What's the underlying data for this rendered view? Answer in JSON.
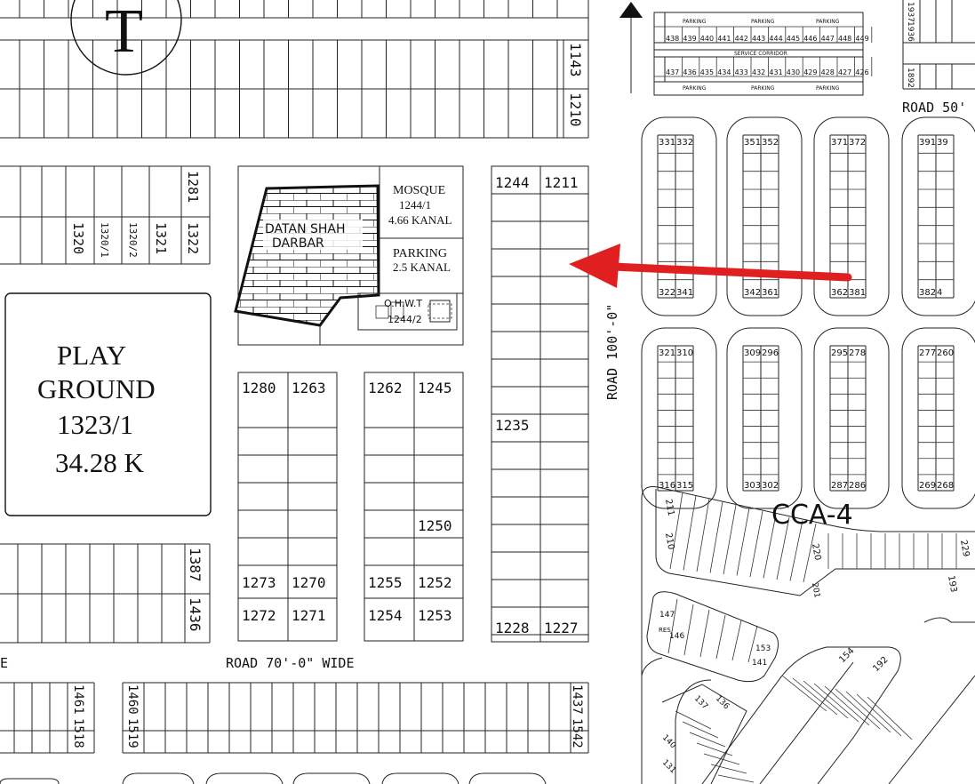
{
  "map": {
    "colors": {
      "line": "#222222",
      "arrow": "#e02020",
      "background": "#ffffff"
    },
    "compass": {
      "letter": "T"
    },
    "top_strip": {
      "label_a": "1143",
      "label_b": "1210"
    },
    "left_block": {
      "labels": [
        "1320",
        "1320/1",
        "1320/2",
        "1321",
        "1322",
        "1281"
      ]
    },
    "mosque_block": {
      "shrine_line1": "DATAN SHAH",
      "shrine_line2": "DARBAR",
      "mosque_title": "MOSQUE",
      "mosque_plot": "1244/1",
      "mosque_area": "4.66 KANAL",
      "parking_title": "PARKING",
      "parking_area": "2.5 KANAL",
      "ohwt_title": "O.H.W.T",
      "ohwt_plot": "1244/2"
    },
    "play_ground": {
      "line1": "PLAY",
      "line2": "GROUND",
      "line3": "1323/1",
      "line4": "34.28 K"
    },
    "right_column": {
      "top_left": "1244",
      "top_right": "1211",
      "mid": "1235",
      "bottom_left": "1228",
      "bottom_right": "1227"
    },
    "mid_block_a": {
      "top_left": "1280",
      "top_right": "1263",
      "mid_left": "1273",
      "mid_right": "1270",
      "bottom_left": "1272",
      "bottom_right": "1271"
    },
    "mid_block_b": {
      "top_left": "1262",
      "top_right": "1245",
      "mid": "1250",
      "mid_left": "1255",
      "mid_right": "1252",
      "bottom_left": "1254",
      "bottom_right": "1253"
    },
    "lower_left_strip": {
      "label_a": "1387",
      "label_b": "1436"
    },
    "bottom_labels": {
      "a": "1461",
      "b": "1518",
      "c": "1460",
      "d": "1519",
      "e": "1437",
      "f": "1542"
    },
    "road_70": "ROAD 70'-0\" WIDE",
    "road_100": "ROAD 100'-0\"",
    "road_50": "ROAD 50'",
    "edge_e": "E",
    "right_top_strip": {
      "a": "1937",
      "b": "1936",
      "c": "1892"
    },
    "commercial": {
      "parking": "PARKING",
      "service_corridor": "SERVICE CORRIDOR",
      "top_row": [
        "438",
        "439",
        "440",
        "441",
        "442",
        "443",
        "444",
        "445",
        "446",
        "447",
        "448",
        "449"
      ],
      "bottom_row": [
        "437",
        "436",
        "435",
        "434",
        "433",
        "432",
        "431",
        "430",
        "429",
        "428",
        "427",
        "426"
      ]
    },
    "cca": {
      "label": "CCA-4"
    },
    "rounded_blocks": [
      {
        "tl": "331",
        "tr": "332",
        "bl": "322",
        "br": "341"
      },
      {
        "tl": "351",
        "tr": "352",
        "bl": "342",
        "br": "361"
      },
      {
        "tl": "371",
        "tr": "372",
        "bl": "362",
        "br": "381"
      },
      {
        "tl": "391",
        "tr": "39",
        "bl": "382",
        "br": "4"
      },
      {
        "tl": "321",
        "tr": "310",
        "bl": "316",
        "br": "315"
      },
      {
        "tl": "309",
        "tr": "296",
        "bl": "303",
        "br": "302"
      },
      {
        "tl": "295",
        "tr": "278",
        "bl": "287",
        "br": "286"
      },
      {
        "tl": "277",
        "tr": "260",
        "bl": "269",
        "br": "268"
      }
    ],
    "diagonal_labels": {
      "a": "211",
      "b": "210",
      "c": "220",
      "d": "201",
      "e": "229",
      "f": "193",
      "g": "147",
      "h": "146",
      "i": "153",
      "j": "141",
      "k": "154",
      "l": "192",
      "m": "137",
      "n": "136",
      "o": "140",
      "p": "131",
      "res": "RES"
    }
  }
}
